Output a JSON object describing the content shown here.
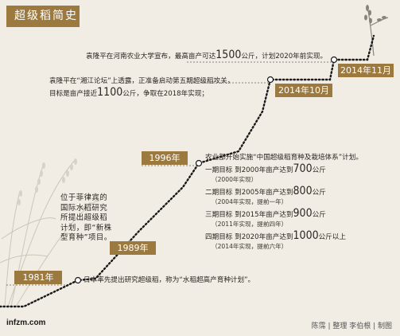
{
  "title": "超级稻简史",
  "events": {
    "y2014_11": {
      "label": "2014年11月",
      "text_a": "袁隆平在河南农业大学宣布，最高亩产可达",
      "num_a": "1500",
      "text_b": "公斤，计划2020年前实现。"
    },
    "y2014_10": {
      "label": "2014年10月",
      "line1": "袁隆平在“湘江论坛”上透露，正准备启动第五期超级稻攻关，",
      "line2a": "目标是亩产接近",
      "num": "1100",
      "line2b": "公斤，争取在2018年实现；"
    },
    "y1996": {
      "label": "1996年",
      "head": "农业部开始实施“中国超级稻育种及栽培体系”计划。",
      "goals": [
        {
          "prefix": "一期目标  到2000年亩产达到",
          "num": "700",
          "unit": "公斤",
          "note": "（2000年实现）"
        },
        {
          "prefix": "二期目标  到2005年亩产达到",
          "num": "800",
          "unit": "公斤",
          "note": "（2004年实现，提前一年）"
        },
        {
          "prefix": "三期目标  到2015年亩产达到",
          "num": "900",
          "unit": "公斤",
          "note": "（2011年实现，提前四年）"
        },
        {
          "prefix": "四期目标  到2020年亩产达到",
          "num": "1000",
          "unit": "公斤以上",
          "note": "（2014年实现，提前六年）"
        }
      ]
    },
    "y1989": {
      "label": "1989年",
      "lines": [
        "位于菲律宾的",
        "国际水稻研究",
        "所提出超级稻",
        "计划，即“新株",
        "型育种”项目。"
      ]
    },
    "y1981": {
      "label": "1981年",
      "text": "日本率先提出研究超级稻，称为“水稻超高产育种计划”。"
    }
  },
  "footer": {
    "source": "infzm.com",
    "credits": "陈霈 | 整理   李伯根 | 制图"
  },
  "colors": {
    "accent": "#9c7a3f",
    "line": "#1a1a1a",
    "background": "#f1ede4"
  }
}
